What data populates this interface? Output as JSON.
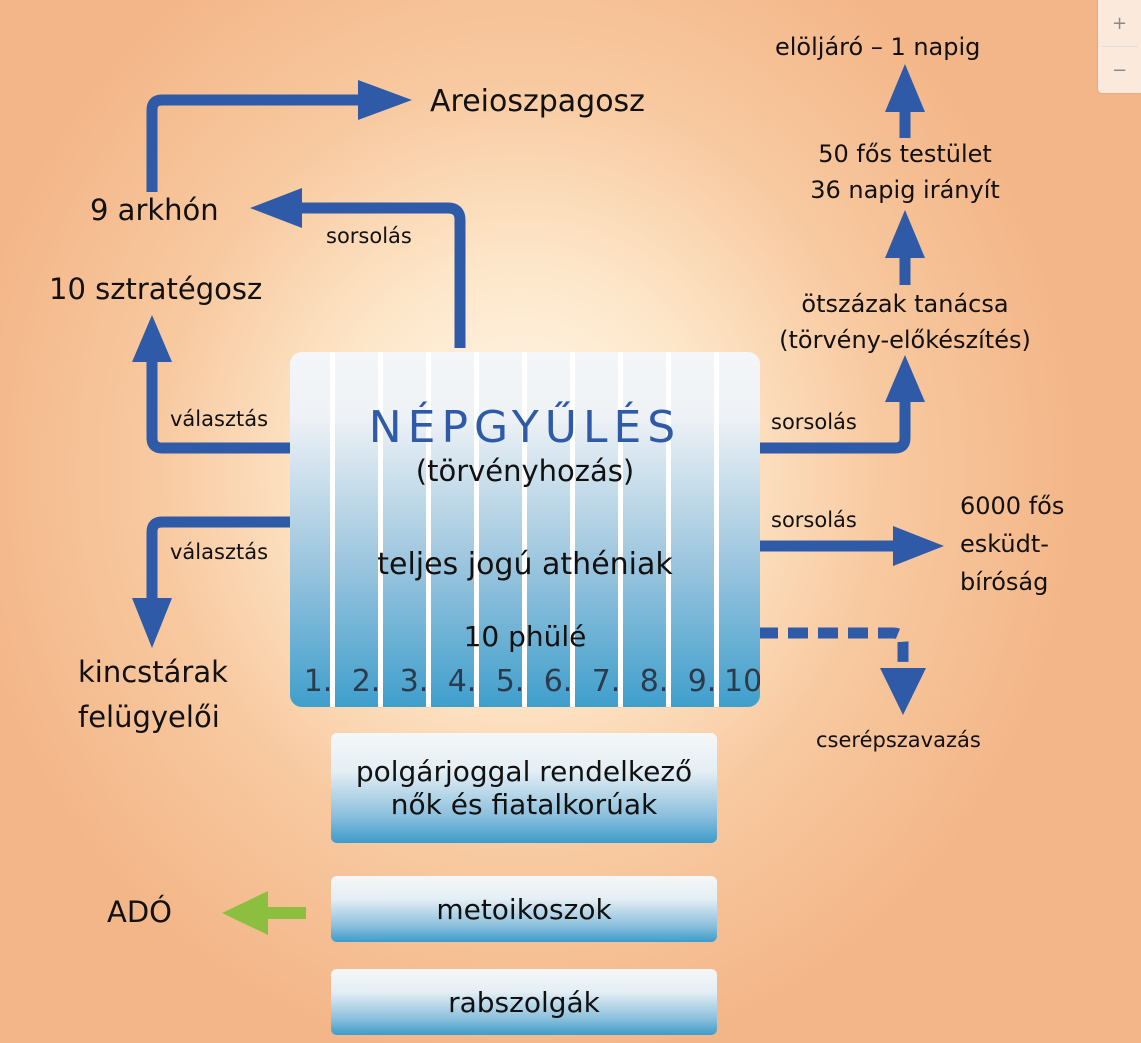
{
  "assembly": {
    "title": "NÉPGYŰLÉS",
    "subtitle": "(törvényhozás)",
    "citizens": "teljes jogú athéniak",
    "phyle_label": "10 phülé",
    "phyle_numbers": [
      "1.",
      "2.",
      "3.",
      "4.",
      "5.",
      "6.",
      "7.",
      "8.",
      "9.",
      "10."
    ]
  },
  "left": {
    "areopagus": "Areioszpagosz",
    "archons": "9 arkhón",
    "lottery_archons": "sorsolás",
    "strategoi": "10 sztratégosz",
    "election_strategoi": "választás",
    "election_treasury": "választás",
    "treasury_line1": "kincstárak",
    "treasury_line2": "felügyelői"
  },
  "right": {
    "presiding": "elöljáró – 1 napig",
    "body_line1": "50 fős testület",
    "body_line2": "36 napig irányít",
    "council_line1": "ötszázak tanácsa",
    "council_line2": "(törvény-előkészítés)",
    "lottery_council": "sorsolás",
    "lottery_jury": "sorsolás",
    "jury_line1": "6000 fős",
    "jury_line2": "esküdt-",
    "jury_line3": "bíróság",
    "ostracism": "cserépszavazás"
  },
  "layers": {
    "women_line1": "polgárjoggal rendelkező",
    "women_line2": "nők és fiatalkorúak",
    "metics": "metoikoszok",
    "slaves": "rabszolgák"
  },
  "tax": "ADÓ",
  "zoom": {
    "in": "+",
    "out": "−"
  },
  "colors": {
    "arrow_blue": "#2f5aa7",
    "arrow_green": "#8cbf3f",
    "title_blue": "#2f5aa7"
  }
}
